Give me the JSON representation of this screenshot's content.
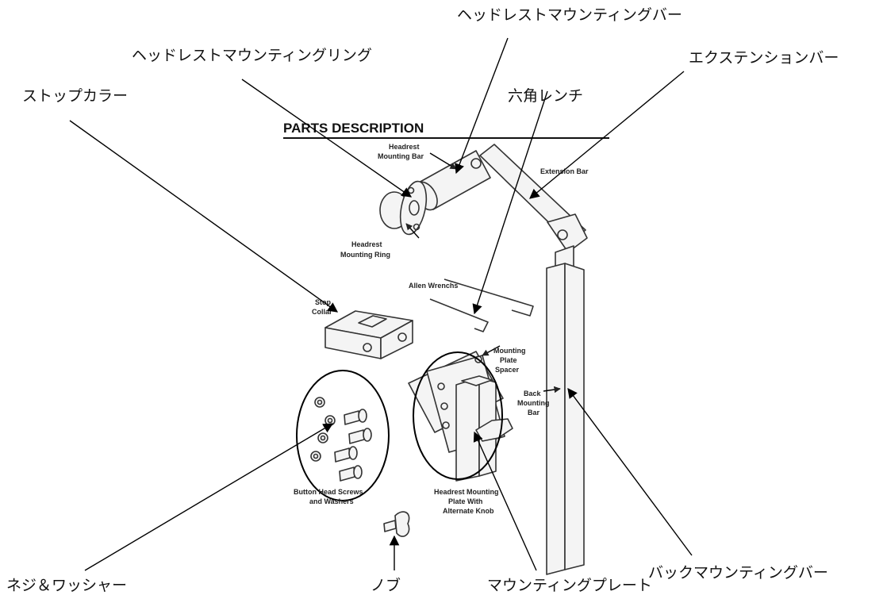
{
  "labels_jp": {
    "headrest_mounting_bar": "ヘッドレストマウンティングバー",
    "headrest_mounting_ring": "ヘッドレストマウンティングリング",
    "extension_bar": "エクステンションバー",
    "stop_collar": "ストップカラー",
    "allen_wrench": "六角レンチ",
    "back_mounting_bar": "バックマウンティングバー",
    "screws_washers": "ネジ＆ワッシャー",
    "knob": "ノブ",
    "mounting_plate": "マウンティングプレート"
  },
  "parts_description": {
    "title": "PARTS DESCRIPTION",
    "headrest_mounting_bar": [
      "Headrest",
      "Mounting Bar"
    ],
    "extension_bar": "Extension Bar",
    "headrest_mounting_ring": [
      "Headrest",
      "Mounting Ring"
    ],
    "allen_wrenchs": "Allen Wrenchs",
    "stop_collar": [
      "Stop",
      "Collar"
    ],
    "mounting_plate_spacer": [
      "Mounting",
      "Plate",
      "Spacer"
    ],
    "back_mounting_bar": [
      "Back",
      "Mounting",
      "Bar"
    ],
    "button_head_screws": [
      "Button Head Screws",
      "and Washers"
    ],
    "headrest_mounting_plate": [
      "Headrest Mounting",
      "Plate With",
      "Alternate Knob"
    ]
  }
}
